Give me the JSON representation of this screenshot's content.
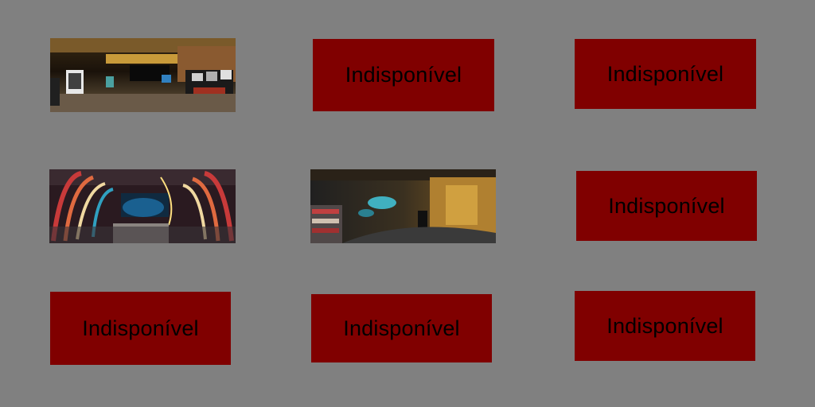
{
  "page": {
    "background": "#808080"
  },
  "tile_style": {
    "placeholder_background": "#800000",
    "placeholder_text_color": "#000000"
  },
  "tiles": [
    {
      "kind": "image",
      "description": "museum-hall-panorama"
    },
    {
      "kind": "placeholder",
      "label": "Indisponível"
    },
    {
      "kind": "placeholder",
      "label": "Indisponível"
    },
    {
      "kind": "image",
      "description": "colorful-arches-panorama"
    },
    {
      "kind": "image",
      "description": "dark-corridor-panorama"
    },
    {
      "kind": "placeholder",
      "label": "Indisponível"
    },
    {
      "kind": "placeholder",
      "label": "Indisponível"
    },
    {
      "kind": "placeholder",
      "label": "Indisponível"
    },
    {
      "kind": "placeholder",
      "label": "Indisponível"
    }
  ]
}
